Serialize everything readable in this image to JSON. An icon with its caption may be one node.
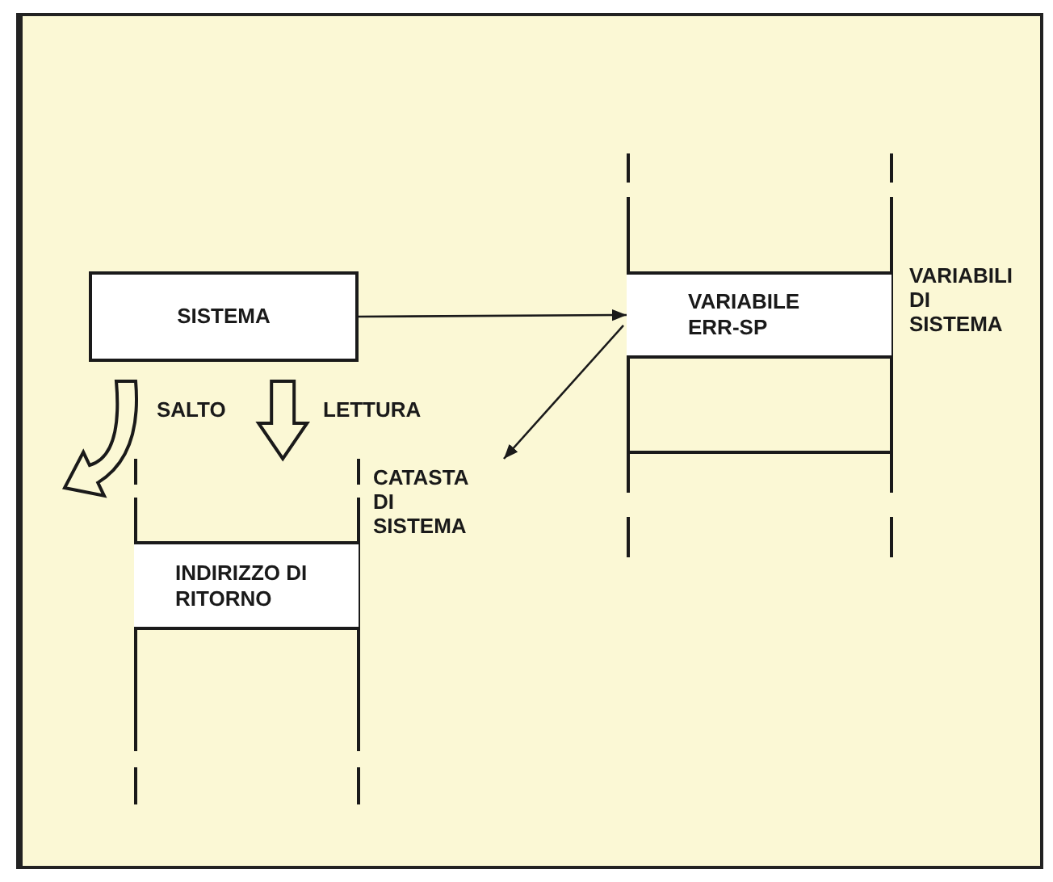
{
  "diagram": {
    "nodes": [
      {
        "text": [
          "SISTEMA"
        ]
      },
      {
        "text": [
          "CATASTA DI SISTEMA"
        ]
      },
      {
        "text": [
          "INDIRIZZO DI RITORNO"
        ],
        "in": 1
      },
      {
        "text": [
          "VARIABILI DI SISTEMA"
        ]
      },
      {
        "text": [
          "VARIABILE ERR-SP"
        ],
        "in": 3
      }
    ],
    "edges": [
      {
        "from": 0,
        "to": 4,
        "arrow": "to"
      },
      {
        "from": 4,
        "to": 1,
        "arrow": "to"
      },
      {
        "from": 0,
        "to": null,
        "arrow": "to",
        "label": "SALTO",
        "style": "thick"
      },
      {
        "from": 0,
        "to": 1,
        "arrow": "to",
        "label": "LETTURA",
        "style": "thick"
      }
    ]
  }
}
